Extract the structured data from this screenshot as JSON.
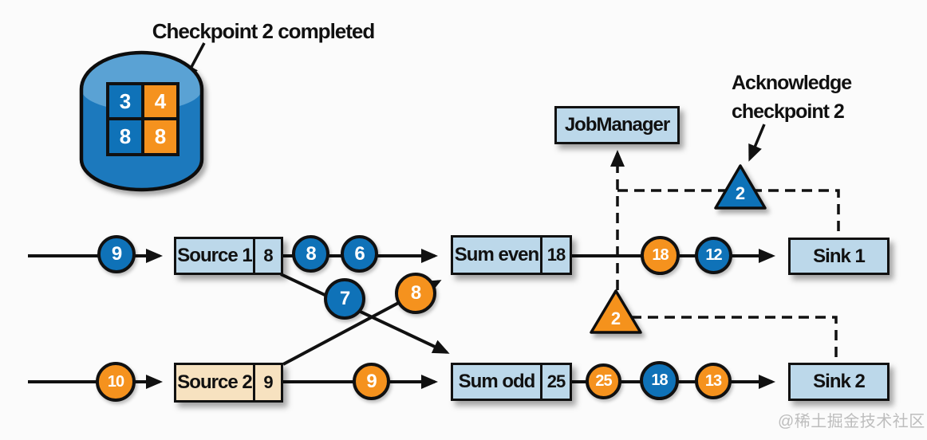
{
  "notes": {
    "checkpoint_completed": "Checkpoint 2 completed",
    "acknowledge_line1": "Acknowledge",
    "acknowledge_line2": "checkpoint 2"
  },
  "palette": {
    "blue": "#0f72b8",
    "orange": "#f5921e",
    "light_blue": "#bcd8ea",
    "peach": "#f7e2c0",
    "cylinder_body": "#1b79bd",
    "cylinder_cap": "#5aa2d4",
    "ink": "#111111"
  },
  "jobmanager": {
    "label": "JobManager",
    "fill": "#bcd8ea"
  },
  "checkpoint_store": {
    "cells": [
      {
        "value": "3",
        "fill": "#0f72b8"
      },
      {
        "value": "4",
        "fill": "#f5921e"
      },
      {
        "value": "8",
        "fill": "#0f72b8"
      },
      {
        "value": "8",
        "fill": "#f5921e"
      }
    ]
  },
  "nodes": {
    "source1": {
      "label": "Source 1",
      "state": "8",
      "fill": "#bcd8ea"
    },
    "source2": {
      "label": "Source 2",
      "state": "9",
      "fill": "#f7e2c0"
    },
    "sum_even": {
      "label": "Sum even",
      "state": "18",
      "fill": "#bcd8ea"
    },
    "sum_odd": {
      "label": "Sum odd",
      "state": "25",
      "fill": "#bcd8ea"
    },
    "sink1": {
      "label": "Sink 1",
      "fill": "#bcd8ea"
    },
    "sink2": {
      "label": "Sink 2",
      "fill": "#bcd8ea"
    }
  },
  "records": {
    "top_in": {
      "value": "9",
      "fill": "#0f72b8"
    },
    "top_mid_a": {
      "value": "8",
      "fill": "#0f72b8"
    },
    "top_mid_b": {
      "value": "6",
      "fill": "#0f72b8"
    },
    "cross_to_odd": {
      "value": "7",
      "fill": "#0f72b8"
    },
    "cross_to_even": {
      "value": "8",
      "fill": "#f5921e"
    },
    "top_out_a": {
      "value": "18",
      "fill": "#f5921e"
    },
    "top_out_b": {
      "value": "12",
      "fill": "#0f72b8"
    },
    "bottom_in": {
      "value": "10",
      "fill": "#f5921e"
    },
    "bottom_mid": {
      "value": "9",
      "fill": "#f5921e"
    },
    "bottom_out_a": {
      "value": "25",
      "fill": "#f5921e"
    },
    "bottom_out_b": {
      "value": "18",
      "fill": "#0f72b8"
    },
    "bottom_out_c": {
      "value": "13",
      "fill": "#f5921e"
    }
  },
  "barriers": {
    "sink1_ack": {
      "value": "2",
      "fill": "#0f72b8"
    },
    "sink2_ack": {
      "value": "2",
      "fill": "#f5921e"
    }
  },
  "watermark": "@稀土掘金技术社区"
}
